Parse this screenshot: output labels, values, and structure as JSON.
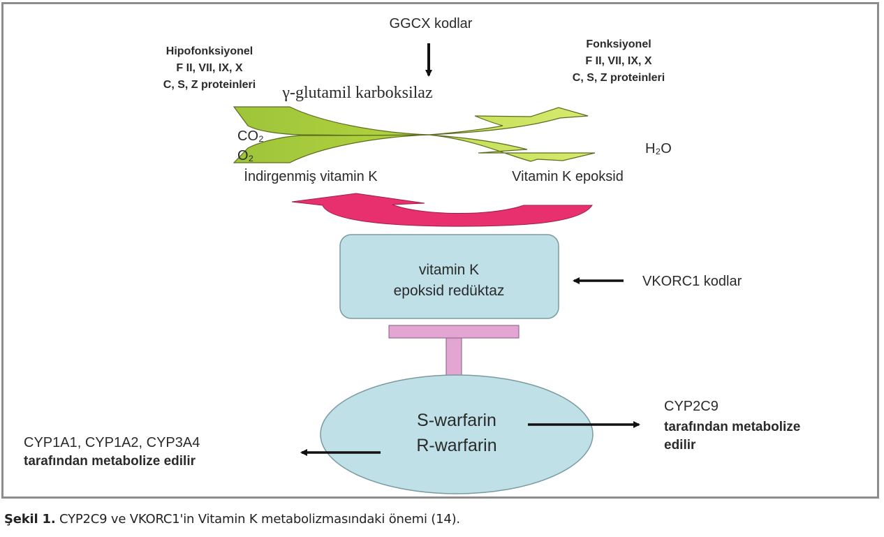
{
  "figure": {
    "gene_top": "GGCX kodlar",
    "enzyme_top": "γ-glutamil karboksilaz",
    "hypofunctional": {
      "title": "Hipofonksiyonel",
      "line2": "F II, VII, IX, X",
      "line3": "C, S, Z proteinleri"
    },
    "functional": {
      "title": "Fonksiyonel",
      "line2": "F II, VII, IX, X",
      "line3": "C, S, Z proteinleri"
    },
    "left_inputs": {
      "co2": "CO₂",
      "o2": "O₂"
    },
    "right_output": "H₂O",
    "reduced_vitamin_k": "İndirgenmiş vitamin K",
    "vitamin_k_epoxide": "Vitamin K epoksid",
    "reductase_box": {
      "line1": "vitamin K",
      "line2": "epoksid redüktaz"
    },
    "gene_vkorc1": "VKORC1 kodlar",
    "warfarin": {
      "s": "S-warfarin",
      "r": "R-warfarin"
    },
    "cyp2c9": {
      "line1": "CYP2C9",
      "line2": "tarafından metabolize",
      "line3": "edilir"
    },
    "cyp_other": {
      "line1": "CYP1A1, CYP1A2, CYP3A4",
      "line2": "tarafından metabolize edilir"
    },
    "colors": {
      "green_fill": "#a9cc3a",
      "green_light": "#c6e05a",
      "pink_arrow": "#e8306e",
      "box_fill": "#bfe0e6",
      "inhibitor_fill": "#e3a6d2",
      "frame": "#8c8c8c"
    }
  },
  "caption": {
    "label": "Şekil 1.",
    "text": " CYP2C9 ve VKORC1'in Vitamin K metabolizmasındaki önemi (14)."
  }
}
